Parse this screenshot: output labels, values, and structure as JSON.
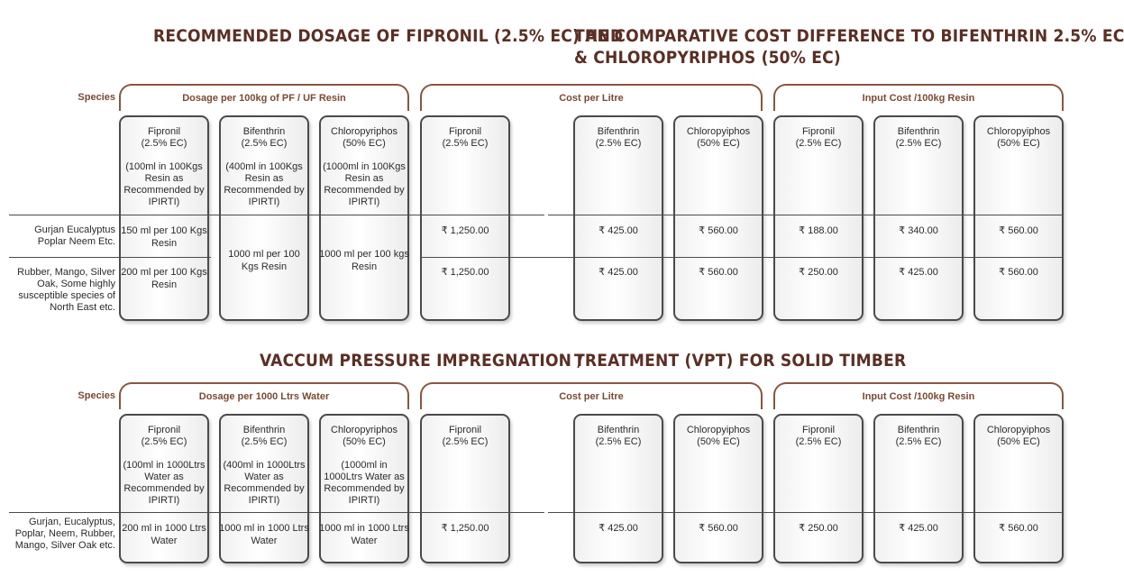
{
  "section1": {
    "title_left": "Recommended Dosage of Fipronil (2.5% EC) and",
    "title_right_line1": "the Comparative Cost Difference to Bifenthrin 2.5% EC",
    "title_right_line2": "& Chloropyriphos (50% EC)",
    "species_label": "Species",
    "group_dosage": "Dosage per 100kg of PF / UF Resin",
    "group_cost": "Cost per Litre",
    "group_input": "Input Cost /100kg Resin",
    "dosage_cols": [
      {
        "name": "Fipronil",
        "conc": "(2.5% EC)",
        "note": "(100ml in 100Kgs Resin as Recommended by IPIRTI)"
      },
      {
        "name": "Bifenthrin",
        "conc": "(2.5% EC)",
        "note": "(400ml in 100Kgs Resin as Recommended by IPIRTI)"
      },
      {
        "name": "Chloropyriphos",
        "conc": "(50% EC)",
        "note": "(1000ml in 100Kgs Resin as Recommended by IPIRTI)"
      }
    ],
    "price_cols": [
      {
        "name": "Fipronil",
        "conc": "(2.5% EC)"
      },
      {
        "name": "Bifenthrin",
        "conc": "(2.5% EC)"
      },
      {
        "name": "Chloropyiphos",
        "conc": "(50% EC)"
      },
      {
        "name": "Fipronil",
        "conc": "(2.5% EC)"
      },
      {
        "name": "Bifenthrin",
        "conc": "(2.5% EC)"
      },
      {
        "name": "Chloropyiphos",
        "conc": "(50% EC)"
      }
    ],
    "rows": [
      {
        "species": "Gurjan Eucalyptus Poplar Neem Etc.",
        "fipronil_dose": "150 ml per 100 Kgs Resin",
        "costs": [
          "₹ 1,250.00",
          "₹ 425.00",
          "₹ 560.00"
        ],
        "inputs": [
          "₹ 188.00",
          "₹ 340.00",
          "₹ 560.00"
        ]
      },
      {
        "species": "Rubber, Mango, Silver Oak, Some highly susceptible species of North East etc.",
        "fipronil_dose": "200 ml per 100 Kgs Resin",
        "costs": [
          "₹ 1,250.00",
          "₹ 425.00",
          "₹ 560.00"
        ],
        "inputs": [
          "₹ 250.00",
          "₹ 425.00",
          "₹ 560.00"
        ]
      }
    ],
    "bifenthrin_dose": "1000 ml per 100 Kgs Resin",
    "chloro_dose": "1000 ml per 100 kgs Resin"
  },
  "section2": {
    "title_left": "Vaccum Pressure Impregnation /",
    "title_right": "Treatment (VPT) for Solid Timber",
    "species_label": "Species",
    "group_dosage": "Dosage per 1000 Ltrs Water",
    "group_cost": "Cost per Litre",
    "group_input": "Input Cost /100kg Resin",
    "dosage_cols": [
      {
        "name": "Fipronil",
        "conc": "(2.5% EC)",
        "note": "(100ml in 1000Ltrs Water as Recommended by IPIRTI)"
      },
      {
        "name": "Bifenthrin",
        "conc": "(2.5% EC)",
        "note": "(400ml in 1000Ltrs Water as Recommended by IPIRTI)"
      },
      {
        "name": "Chloropyriphos",
        "conc": "(50% EC)",
        "note": "(1000ml in 1000Ltrs Water as Recommended by IPIRTI)"
      }
    ],
    "price_cols": [
      {
        "name": "Fipronil",
        "conc": "(2.5% EC)"
      },
      {
        "name": "Bifenthrin",
        "conc": "(2.5% EC)"
      },
      {
        "name": "Chloropyiphos",
        "conc": "(50% EC)"
      },
      {
        "name": "Fipronil",
        "conc": "(2.5% EC)"
      },
      {
        "name": "Bifenthrin",
        "conc": "(2.5% EC)"
      },
      {
        "name": "Chloropyiphos",
        "conc": "(50% EC)"
      }
    ],
    "row": {
      "species": "Gurjan, Eucalyptus, Poplar, Neem, Rubber, Mango, Silver Oak etc.",
      "doses": [
        "200 ml in 1000 Ltrs Water",
        "1000 ml in 1000 Ltrs Water",
        "1000 ml in 1000 Ltrs Water"
      ],
      "costs": [
        "₹ 1,250.00",
        "₹ 425.00",
        "₹ 560.00"
      ],
      "inputs": [
        "₹ 250.00",
        "₹ 425.00",
        "₹ 560.00"
      ]
    }
  },
  "colors": {
    "title": "#5b2f24",
    "accent": "#7a4a34",
    "border": "#4a4a4a"
  }
}
